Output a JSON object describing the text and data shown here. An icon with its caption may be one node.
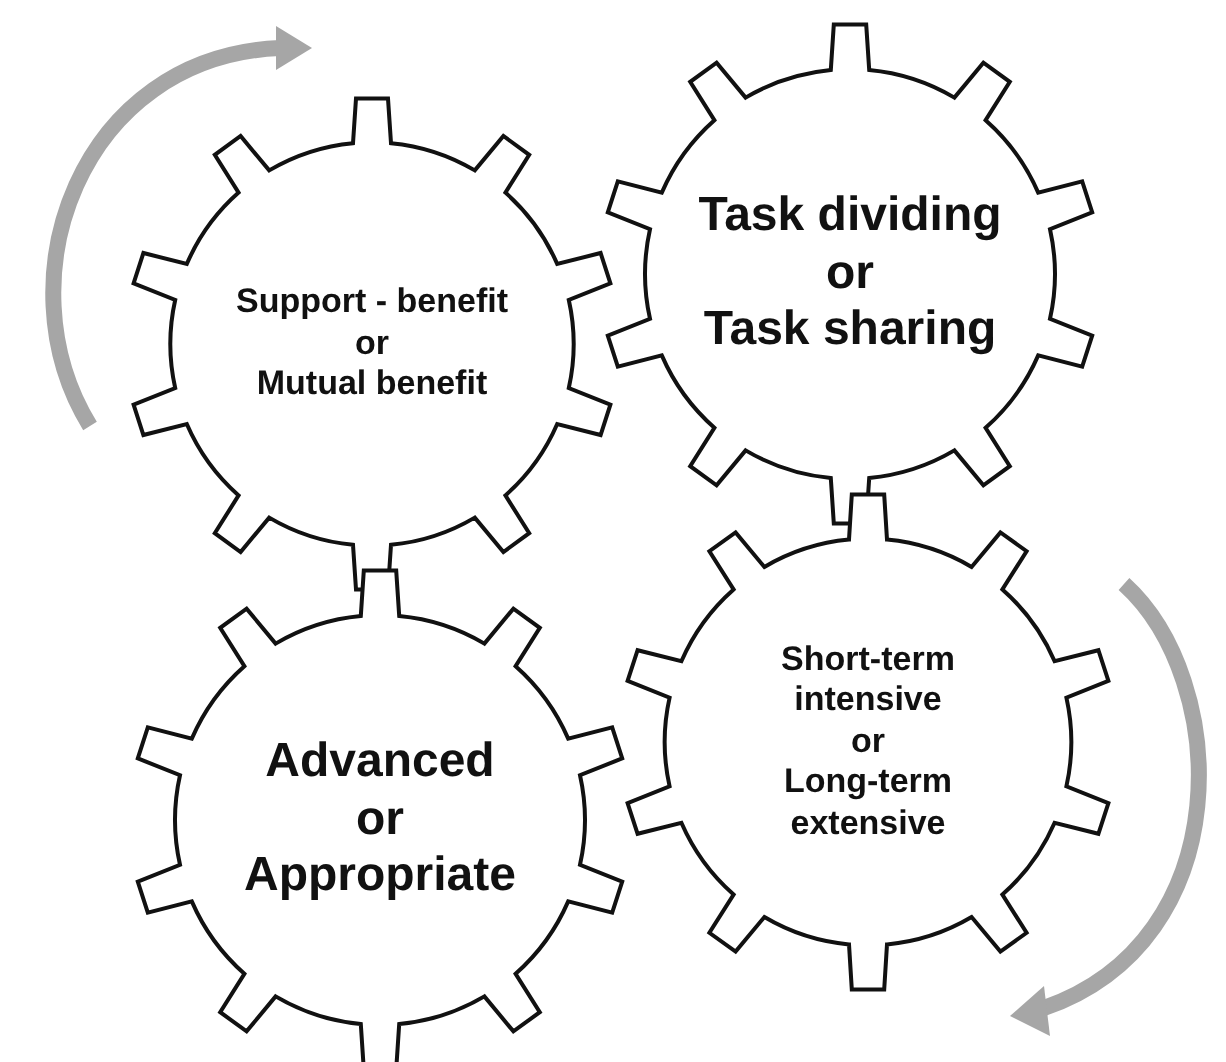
{
  "diagram": {
    "nodes": [
      {
        "text": [
          "Support - benefit",
          "or",
          "Mutual benefit"
        ]
      },
      {
        "text": [
          "Task dividing",
          "or",
          "Task sharing"
        ]
      },
      {
        "text": [
          "Advanced",
          "or",
          "Appropriate"
        ]
      },
      {
        "text": [
          "Short-term intensive",
          "or",
          "Long-term extensive"
        ]
      }
    ]
  }
}
